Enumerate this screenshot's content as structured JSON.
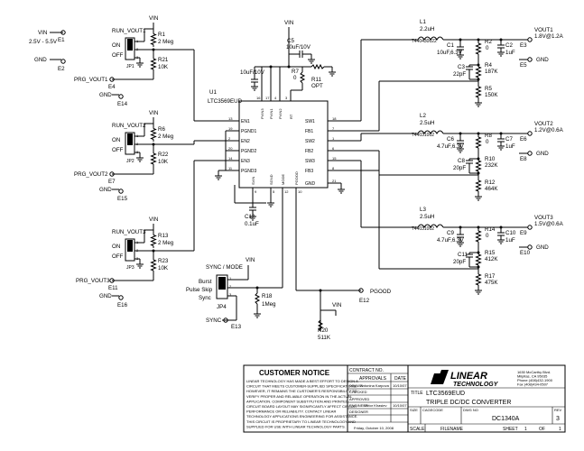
{
  "power": {
    "vin_label": "VIN",
    "vin_range": "2.5V - 5.5V",
    "e1": "E1",
    "gnd_label": "GND",
    "e2": "E2"
  },
  "run": [
    {
      "net": "RUN_VOUT1",
      "on": "ON",
      "off": "OFF",
      "jp": "JP1",
      "ra": "R1",
      "ra_val": "2 Meg",
      "rb": "R21",
      "rb_val": "10K",
      "prg": "PRG_VOUT1",
      "e_prg": "E4",
      "gnd": "GND",
      "e_gnd": "E14",
      "vin": "VIN"
    },
    {
      "net": "RUN_VOUT2",
      "on": "ON",
      "off": "OFF",
      "jp": "JP2",
      "ra": "R6",
      "ra_val": "2 Meg",
      "rb": "R22",
      "rb_val": "10K",
      "prg": "PRG_VOUT2",
      "e_prg": "E7",
      "gnd": "GND",
      "e_gnd": "E15",
      "vin": "VIN"
    },
    {
      "net": "RUN_VOUT3",
      "on": "ON",
      "off": "OFF",
      "jp": "JP3",
      "ra": "R13",
      "ra_val": "2 Meg",
      "rb": "R23",
      "rb_val": "10K",
      "prg": "PRG_VOUT3",
      "e_prg": "E11",
      "gnd": "GND",
      "e_gnd": "E16",
      "vin": "VIN"
    }
  ],
  "ic": {
    "ref": "U1",
    "part": "LTC3569EUD",
    "pins_left": [
      {
        "num": "13",
        "name": "EN1"
      },
      {
        "num": "19",
        "name": "PGND1"
      },
      {
        "num": "2",
        "name": "EN2"
      },
      {
        "num": "20",
        "name": "PGND2"
      },
      {
        "num": "14",
        "name": "EN3"
      },
      {
        "num": "11",
        "name": "PGND3"
      }
    ],
    "pins_right": [
      {
        "num": "18",
        "name": "SW1"
      },
      {
        "num": "7",
        "name": "FB1"
      },
      {
        "num": "1",
        "name": "SW2"
      },
      {
        "num": "6",
        "name": "FB2"
      },
      {
        "num": "15",
        "name": "SW3"
      },
      {
        "num": "8",
        "name": "FB3"
      },
      {
        "num": "21",
        "name": "GND"
      }
    ],
    "pins_top": [
      {
        "num": "16",
        "name": "PVIN3"
      },
      {
        "num": "17",
        "name": "PVIN1"
      },
      {
        "num": "4",
        "name": "PVIN2"
      },
      {
        "num": "3",
        "name": "RT"
      }
    ],
    "pins_bottom": [
      {
        "num": "9",
        "name": "SVIN"
      },
      {
        "num": "5",
        "name": "SGND"
      },
      {
        "num": "12",
        "name": "MODE"
      },
      {
        "num": "10",
        "name": "PGOOD"
      }
    ]
  },
  "top": {
    "vin": "VIN",
    "c5": "C5",
    "c5_val": "10uF/10V",
    "c_in": "10uF/10V",
    "r7": "R7",
    "r7_val": "0",
    "r11": "R11",
    "r11_val": "OPT"
  },
  "svin": {
    "c12": "C12",
    "c12_val": "0.1uF"
  },
  "sync": {
    "title": "SYNC / MODE",
    "vin": "VIN",
    "burst": "Burst",
    "pulse": "Pulse Skip",
    "sync": "Sync",
    "jp": "JP4",
    "r18": "R18",
    "r18_val": "1Meg",
    "sync_net": "SYNC",
    "e13": "E13"
  },
  "pgood": {
    "net": "PGOOD",
    "e12": "E12",
    "vin": "VIN",
    "r20": "R20",
    "r20_val": "511K"
  },
  "outputs": [
    {
      "l": "L1",
      "l_val": "2.2uH",
      "l_part": "7440430022",
      "c_out": "C1",
      "c_out_val": "10uF,6.3V",
      "c_ff": "C3",
      "c_ff_val": "22pF",
      "r_top_sense": "R2",
      "r_top_sense_val": "0",
      "c2": "C2",
      "c2_val": "1uF",
      "r_fb": "R4",
      "r_fb_val": "187K",
      "r_bot": "R5",
      "r_bot_val": "150K",
      "vout": "VOUT1",
      "vout_val": "1.8V@1.2A",
      "e_vout": "E3",
      "gnd": "GND",
      "e_gnd": "E5"
    },
    {
      "l": "L2",
      "l_val": "2.5uH",
      "l_part": "744031002",
      "c_out": "C6",
      "c_out_val": "4.7uF,6.3V",
      "c_ff": "C8",
      "c_ff_val": "20pF",
      "r_top_sense": "R8",
      "r_top_sense_val": "0",
      "c2": "C7",
      "c2_val": "1uF",
      "r_fb": "R10",
      "r_fb_val": "232K",
      "r_bot": "R12",
      "r_bot_val": "464K",
      "vout": "VOUT2",
      "vout_val": "1.2V@0.6A",
      "e_vout": "E6",
      "gnd": "GND",
      "e_gnd": "E8"
    },
    {
      "l": "L3",
      "l_val": "2.5uH",
      "l_part": "744031002",
      "c_out": "C9",
      "c_out_val": "4.7uF,6.3V",
      "c_ff": "C11",
      "c_ff_val": "20pF",
      "r_top_sense": "R14",
      "r_top_sense_val": "0",
      "c2": "C10",
      "c2_val": "1uF",
      "r_fb": "R15",
      "r_fb_val": "412K",
      "r_bot": "R17",
      "r_bot_val": "475K",
      "vout": "VOUT3",
      "vout_val": "1.5V@0.6A",
      "e_vout": "E9",
      "gnd": "GND",
      "e_gnd": "E10"
    }
  ],
  "titleblock": {
    "notice_title": "CUSTOMER NOTICE",
    "notice_lines": [
      "LINEAR TECHNOLOGY HAS MADE A BEST EFFORT TO DESIGN A",
      "CIRCUIT THAT MEETS CUSTOMER-SUPPLIED SPECIFICATIONS;",
      "HOWEVER, IT REMAINS THE CUSTOMER'S RESPONSIBILITY TO",
      "VERIFY PROPER AND RELIABLE OPERATION IN THE ACTUAL",
      "APPLICATION. COMPONENT SUBSTITUTION AND PRINTED",
      "CIRCUIT BOARD LAYOUT MAY SIGNIFICANTLY AFFECT CIRCUIT",
      "PERFORMANCE OR RELIABILITY. CONTACT LINEAR",
      "TECHNOLOGY APPLICATIONS ENGINEERING FOR ASSISTANCE.",
      "THIS CIRCUIT IS PROPRIETARY TO LINEAR TECHNOLOGY AND",
      "SUPPLIED FOR USE WITH LINEAR TECHNOLOGY PARTS."
    ],
    "contract_no": "CONTRACT NO.",
    "approvals": "APPROVALS",
    "date_hdr": "DATE",
    "drawn": "DRAWN",
    "drawn_by": "Antonina Karpova",
    "drawn_date": "10/10/07",
    "checked": "CHECKED",
    "approved": "APPROVED",
    "engineer": "ENGINEER",
    "engineer_name": "Victor Khasiev",
    "engineer_date": "10/10/07",
    "designer": "DESIGNER",
    "print_date": "Friday, October 10, 2008",
    "company": "LINEAR",
    "company2": "TECHNOLOGY",
    "address": [
      "1630 McCarthy Blvd.",
      "Milpitas, CA 95035",
      "Phone (408)432-1900",
      "Fax (408)434-0507"
    ],
    "title_hdr": "TITLE",
    "title1": "LTC3569EUD",
    "title2": "TRIPLE DC/DC CONVERTER",
    "size_hdr": "SIZE",
    "cage_hdr": "CAGECODE",
    "dwg_hdr": "DWG NO",
    "rev_hdr": "REV",
    "dwg_no": "DC1340A",
    "rev": "3",
    "scale": "SCALE:",
    "filename": "FILENAME",
    "sheet": "SHEET",
    "sheet_no": "1",
    "of": "OF",
    "sheet_total": "1"
  }
}
